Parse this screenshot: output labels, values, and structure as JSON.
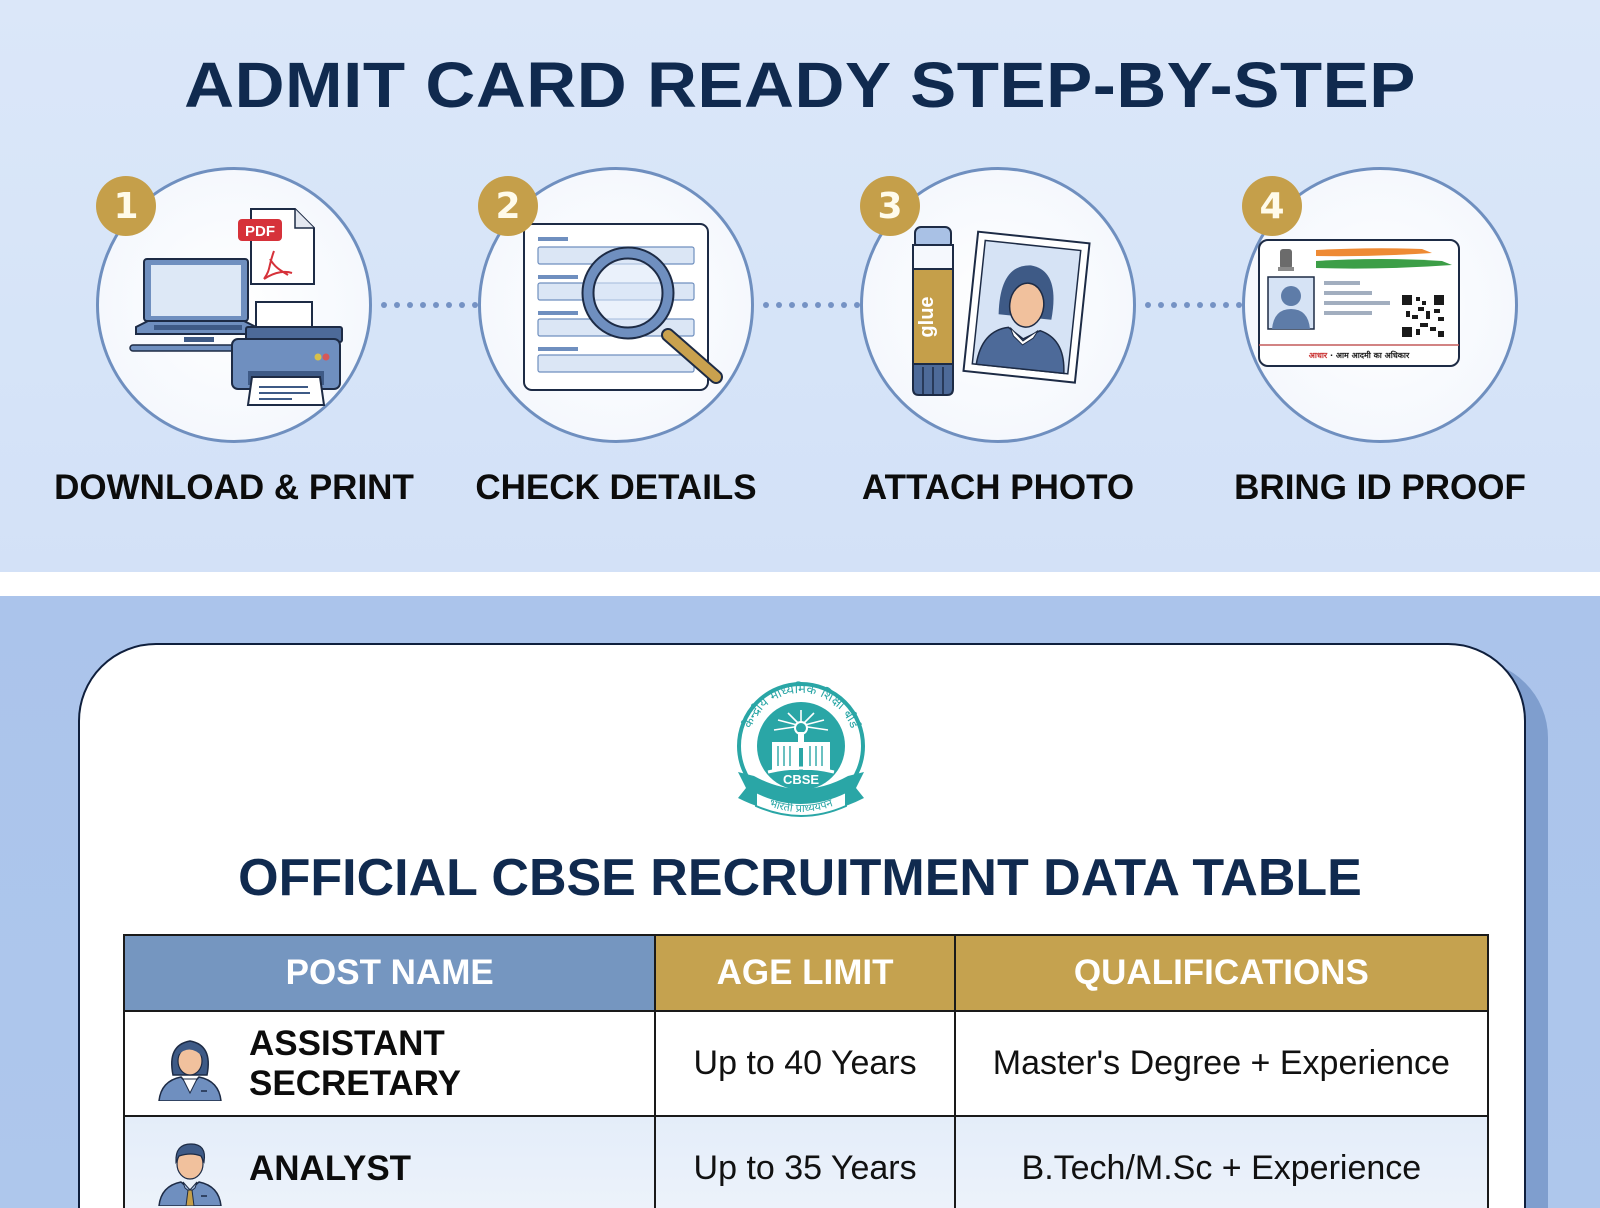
{
  "header": {
    "title": "ADMIT CARD READY STEP-BY-STEP"
  },
  "steps": [
    {
      "number": "1",
      "label": "DOWNLOAD & PRINT",
      "icon": "laptop-pdf-printer-icon",
      "pdf_tag": "PDF"
    },
    {
      "number": "2",
      "label": "CHECK DETAILS",
      "icon": "form-magnifier-icon"
    },
    {
      "number": "3",
      "label": "ATTACH PHOTO",
      "icon": "glue-photo-icon",
      "glue_text": "glue"
    },
    {
      "number": "4",
      "label": "BRING ID PROOF",
      "icon": "aadhaar-id-card-icon",
      "id_footer_red": "आधार",
      "id_footer_text": " · आम आदमी का अधिकार"
    }
  ],
  "logo": {
    "name": "cbse-logo",
    "text": "CBSE",
    "hindi_top": "केन्द्रीय माध्यमिक शिक्षा बोर्ड",
    "hindi_bottom": "भारती प्राध्ययपन"
  },
  "table": {
    "title": "OFFICIAL CBSE RECRUITMENT DATA TABLE",
    "columns": [
      "POST NAME",
      "AGE LIMIT",
      "QUALIFICATIONS"
    ],
    "rows": [
      {
        "post": "ASSISTANT SECRETARY",
        "age": "Up to 40 Years",
        "qualification": "Master's Degree + Experience",
        "avatar": "female-officer-avatar"
      },
      {
        "post": "ANALYST",
        "age": "Up to 35 Years",
        "qualification": "B.Tech/M.Sc + Experience",
        "avatar": "male-officer-avatar"
      }
    ]
  },
  "colors": {
    "title_navy": "#102a4f",
    "badge_gold": "#c59f4a",
    "circle_border": "#6f8fbf",
    "header_blue": "#7596c0",
    "header_gold": "#c5a24f",
    "logo_teal": "#2aa6a6",
    "bottom_bg": "#abc4eb"
  }
}
